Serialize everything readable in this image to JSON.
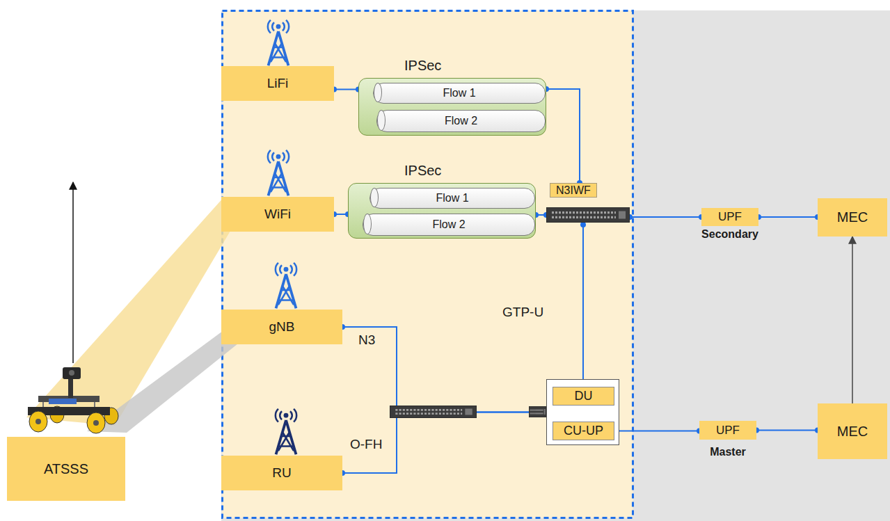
{
  "diagram": {
    "nodes": [
      {
        "text": [
          "LiFi"
        ]
      },
      {
        "text": [
          "IPSec"
        ]
      },
      {
        "text": [
          "Flow 1"
        ],
        "in": 1
      },
      {
        "text": [
          "Flow 2"
        ],
        "in": 1
      },
      {
        "text": [
          "WiFi"
        ]
      },
      {
        "text": [
          "IPSec"
        ]
      },
      {
        "text": [
          "Flow 1"
        ],
        "in": 5
      },
      {
        "text": [
          "Flow 2"
        ],
        "in": 5
      },
      {
        "text": [
          "N3IWF"
        ]
      },
      {
        "text": [
          "UPF"
        ]
      },
      {
        "text": [
          "MEC"
        ]
      },
      {
        "text": [
          "gNB"
        ]
      },
      {
        "text": []
      },
      {
        "text": [
          "DU"
        ],
        "in": 12
      },
      {
        "text": [
          "CU-UP"
        ],
        "in": 12
      },
      {
        "text": [
          "RU"
        ]
      },
      {
        "text": [
          "ATSSS"
        ]
      },
      {
        "text": [
          "UPF"
        ]
      },
      {
        "text": [
          "MEC"
        ]
      }
    ],
    "edges": [
      {
        "from": 0,
        "to": 1,
        "arrow": "none"
      },
      {
        "from": 1,
        "to": 8,
        "arrow": "none"
      },
      {
        "from": 4,
        "to": 5,
        "arrow": "none"
      },
      {
        "from": 5,
        "to": 8,
        "arrow": "none"
      },
      {
        "from": 8,
        "to": 9,
        "arrow": "none"
      },
      {
        "from": 9,
        "to": 10,
        "arrow": "none"
      },
      {
        "from": 8,
        "to": 13,
        "label": "GTP-U",
        "arrow": "none"
      },
      {
        "from": 11,
        "to": 12,
        "label": "N3",
        "arrow": "none"
      },
      {
        "from": 15,
        "to": 12,
        "label": "O-FH",
        "arrow": "none"
      },
      {
        "from": 13,
        "to": 14,
        "arrow": "none"
      },
      {
        "from": 14,
        "to": 17,
        "arrow": "none"
      },
      {
        "from": 17,
        "to": 18,
        "arrow": "none"
      },
      {
        "from": 18,
        "to": 10,
        "arrow": "to"
      }
    ],
    "labels": [
      "Secondary",
      "Master"
    ]
  }
}
